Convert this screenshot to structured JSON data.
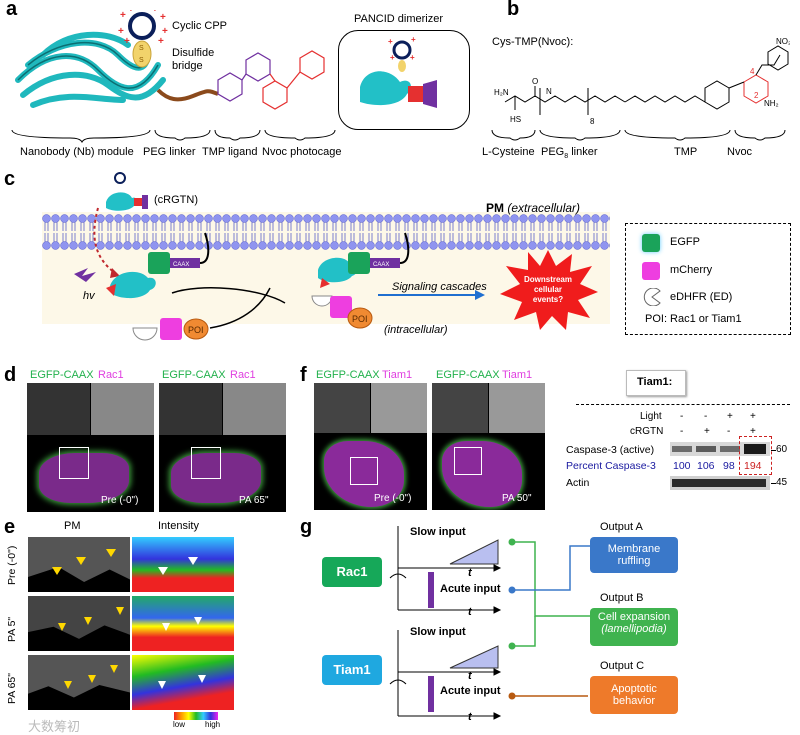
{
  "panels": {
    "a": "a",
    "b": "b",
    "c": "c",
    "d": "d",
    "e": "e",
    "f": "f",
    "g": "g"
  },
  "a": {
    "cyclic_cpp": "Cyclic CPP",
    "disulfide": "Disulfide",
    "bridge": "bridge",
    "pancid": "PANCID dimerizer",
    "labels": [
      "Nanobody (Nb) module",
      "PEG linker",
      "TMP ligand",
      "Nvoc photocage"
    ]
  },
  "b": {
    "title": "Cys-TMP(Nvoc):",
    "labels": [
      "L-Cysteine",
      "PEG",
      "8",
      "linker",
      "TMP",
      "Nvoc"
    ],
    "atoms": {
      "h2n": "H₂N",
      "hs": "HS",
      "n": "N",
      "o": "O",
      "nh2": "NH₂",
      "h": "H",
      "no2": "NO₂",
      "eight": "8",
      "four": "4",
      "two": "2"
    }
  },
  "c": {
    "crgtn": "(cRGTN)",
    "pm": "PM",
    "extracellular": "(extracellular)",
    "hv": "hv",
    "caax": "CAAX",
    "poi": "POI",
    "signaling": "Signaling cascades",
    "intracellular": "(intracellular)",
    "downstream": [
      "Downstream",
      "cellular",
      "events?"
    ],
    "legend": [
      "EGFP",
      "mCherry",
      "eDHFR (ED)",
      "POI: Rac1 or Tiam1"
    ]
  },
  "d": {
    "egfp": "EGFP-CAAX",
    "rac1": "Rac1",
    "pre": "Pre (-0\")",
    "pa": "PA 65\""
  },
  "e": {
    "pm": "PM",
    "intensity": "Intensity",
    "rows": [
      "Pre (-0\")",
      "PA 5\"",
      "PA 65\""
    ],
    "low": "low",
    "high": "high"
  },
  "f": {
    "egfp": "EGFP-CAAX",
    "tiam1": "Tiam1",
    "pre": "Pre (-0\")",
    "pa": "PA 50\""
  },
  "blot": {
    "title": "Tiam1:",
    "light": "Light",
    "crgtn": "cRGTN",
    "light_vals": [
      "-",
      "-",
      "+",
      "+"
    ],
    "crgtn_vals": [
      "-",
      "+",
      "-",
      "+"
    ],
    "caspase": "Caspase-3 (active)",
    "percent": "Percent Caspase-3",
    "percent_vals": [
      100,
      106,
      98,
      194
    ],
    "actin": "Actin",
    "mw1": "60",
    "mw2": "45",
    "colors": {
      "percent": "#1a1aa0",
      "highlight": "#cc2222"
    }
  },
  "g": {
    "rac1": "Rac1",
    "tiam1": "Tiam1",
    "slow": "Slow input",
    "acute": "Acute input",
    "t": "t",
    "outputs": [
      {
        "label": "Output A",
        "text": "Membrane ruffling",
        "color": "#3a78c9"
      },
      {
        "label": "Output B",
        "text": "Cell expansion",
        "sub": "(lamellipodia)",
        "color": "#3fb34f"
      },
      {
        "label": "Output C",
        "text": "Apoptotic behavior",
        "color": "#ee7a2a"
      }
    ],
    "colors": {
      "rac1": "#16a859",
      "tiam1": "#1fa8e0"
    }
  },
  "watermark": "大数筹初"
}
